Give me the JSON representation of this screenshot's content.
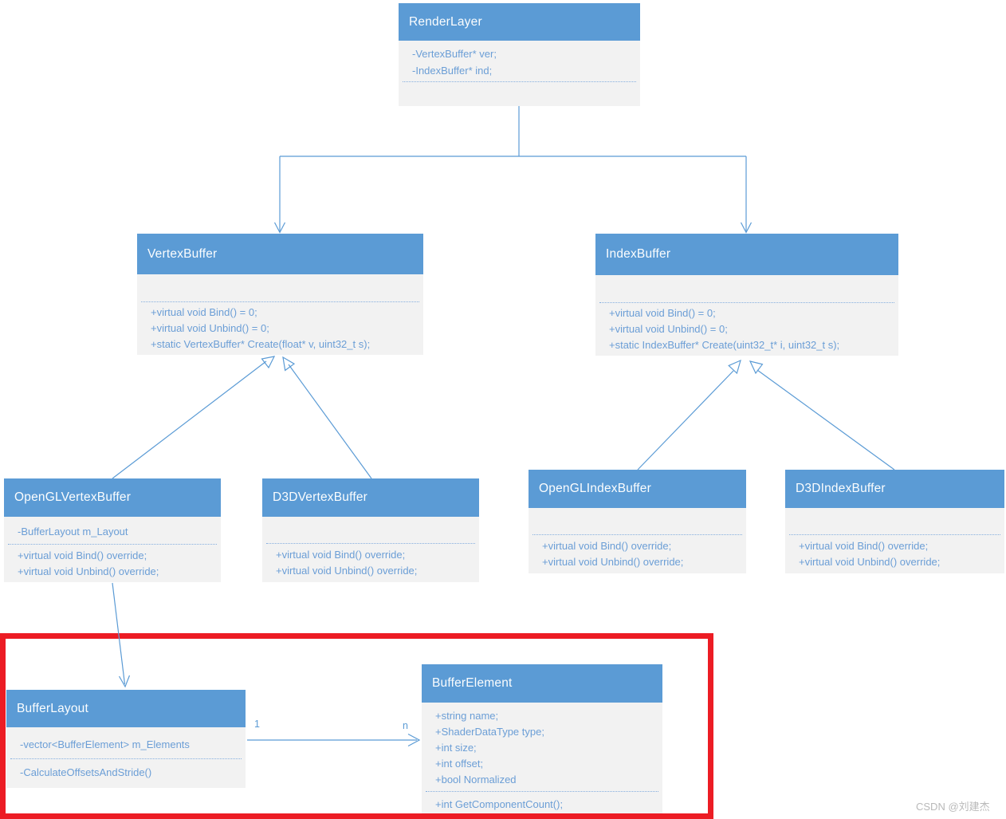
{
  "colors": {
    "header_blue": "#5b9bd5",
    "body_gray": "#f2f2f2",
    "text_blue": "#6b9ed6",
    "connector_blue": "#5b9bd5",
    "highlight_red": "#ec1c24",
    "watermark_gray": "#b9b9b9"
  },
  "watermark": "CSDN @刘建杰",
  "relations": {
    "multiplicity_from": "1",
    "multiplicity_to": "n"
  },
  "classes": {
    "render_layer": {
      "name": "RenderLayer",
      "attr1": "-VertexBuffer* ver;",
      "attr2": "-IndexBuffer* ind;"
    },
    "vertex_buffer": {
      "name": "VertexBuffer",
      "method1": "+virtual void Bind() = 0;",
      "method2": "+virtual void Unbind() = 0;",
      "method3": "+static VertexBuffer* Create(float* v, uint32_t s);"
    },
    "index_buffer": {
      "name": "IndexBuffer",
      "method1": "+virtual void Bind() = 0;",
      "method2": "+virtual void Unbind() = 0;",
      "method3": "+static IndexBuffer* Create(uint32_t* i, uint32_t s);"
    },
    "opengl_vertex_buffer": {
      "name": "OpenGLVertexBuffer",
      "attr1": "-BufferLayout m_Layout",
      "method1": "+virtual void Bind() override;",
      "method2": "+virtual void Unbind() override;"
    },
    "d3d_vertex_buffer": {
      "name": "D3DVertexBuffer",
      "method1": "+virtual void Bind() override;",
      "method2": "+virtual void Unbind() override;"
    },
    "opengl_index_buffer": {
      "name": "OpenGLIndexBuffer",
      "method1": "+virtual void Bind() override;",
      "method2": "+virtual void Unbind() override;"
    },
    "d3d_index_buffer": {
      "name": "D3DIndexBuffer",
      "method1": "+virtual void Bind() override;",
      "method2": "+virtual void Unbind() override;"
    },
    "buffer_layout": {
      "name": "BufferLayout",
      "attr1": "-vector<BufferElement> m_Elements",
      "method1": "-CalculateOffsetsAndStride()"
    },
    "buffer_element": {
      "name": "BufferElement",
      "attr1": "+string name;",
      "attr2": "+ShaderDataType type;",
      "attr3": "+int size;",
      "attr4": "+int offset;",
      "attr5": "+bool Normalized",
      "method1": "+int GetComponentCount();"
    }
  }
}
